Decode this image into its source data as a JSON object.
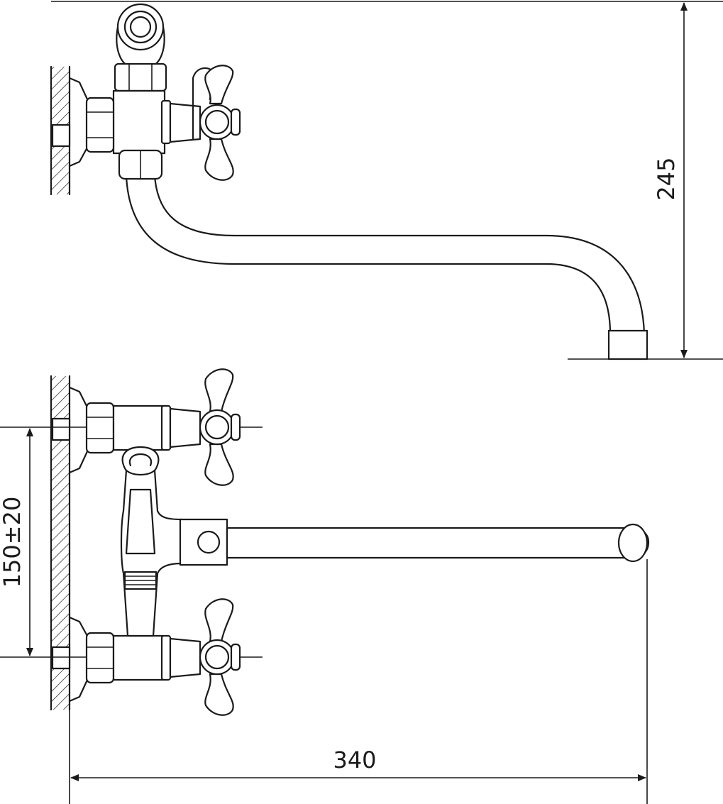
{
  "dimensions": {
    "height_label": "245",
    "spacing_label": "150±20",
    "length_label": "340"
  },
  "colors": {
    "line": "#1a1a1a",
    "background": "#ffffff"
  }
}
